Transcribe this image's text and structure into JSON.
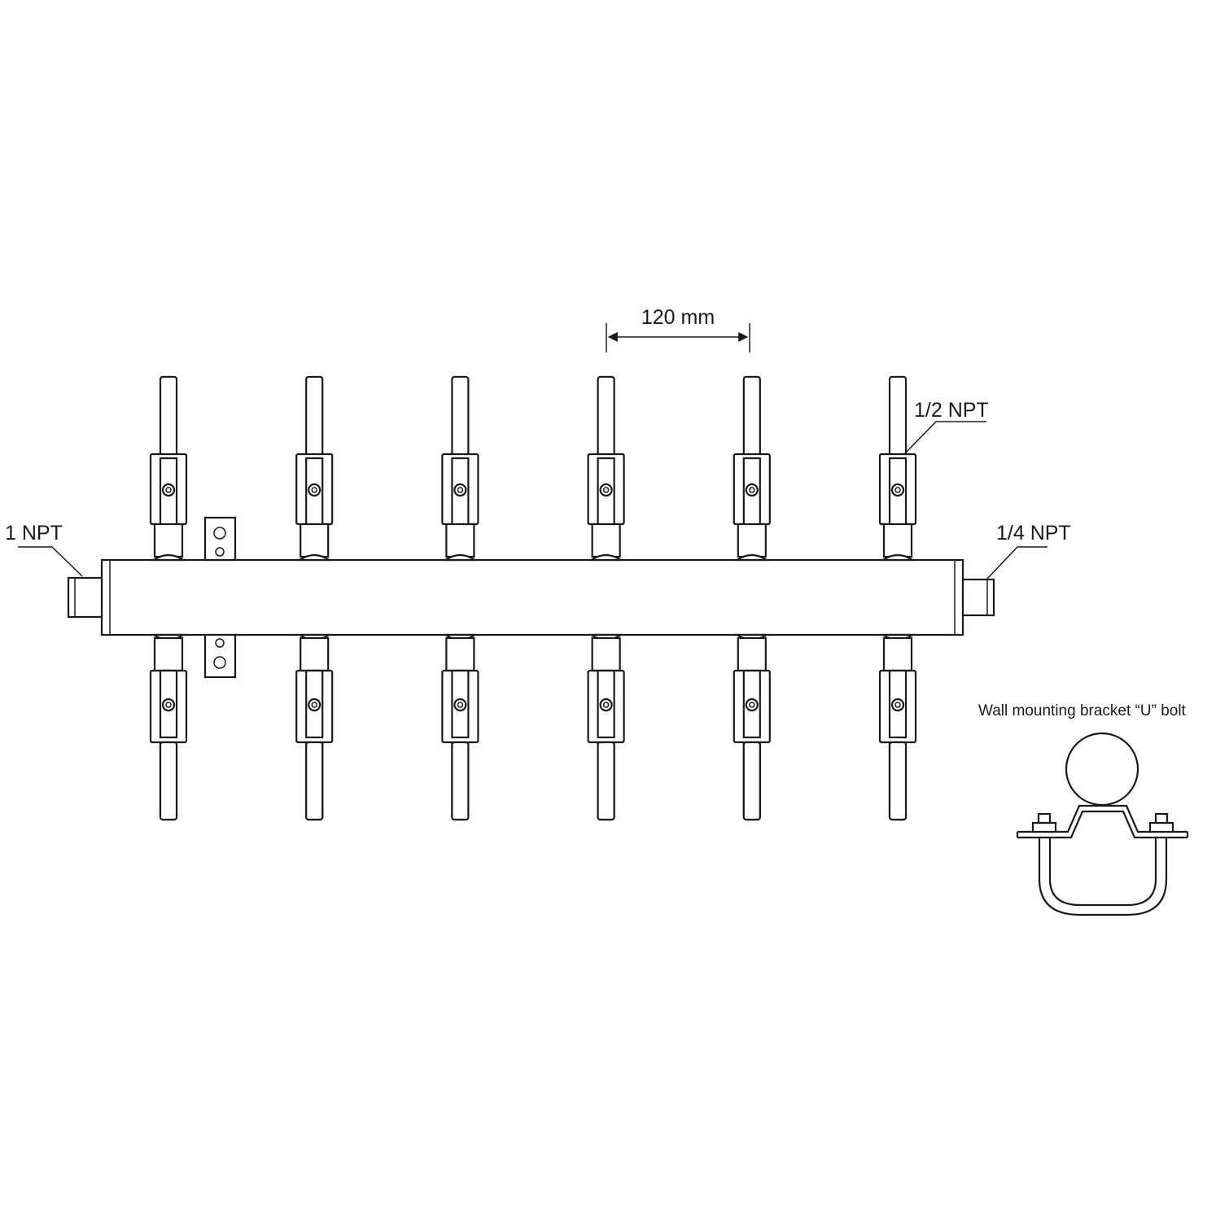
{
  "labels": {
    "inlet": "1 NPT",
    "outlet_valve": "1/2 NPT",
    "end_port": "1/4 NPT",
    "spacing": "120 mm",
    "bracket_caption": "Wall mounting bracket “U” bolt"
  },
  "manifold": {
    "valves_per_side": 6,
    "sides": [
      "top",
      "bottom"
    ]
  }
}
